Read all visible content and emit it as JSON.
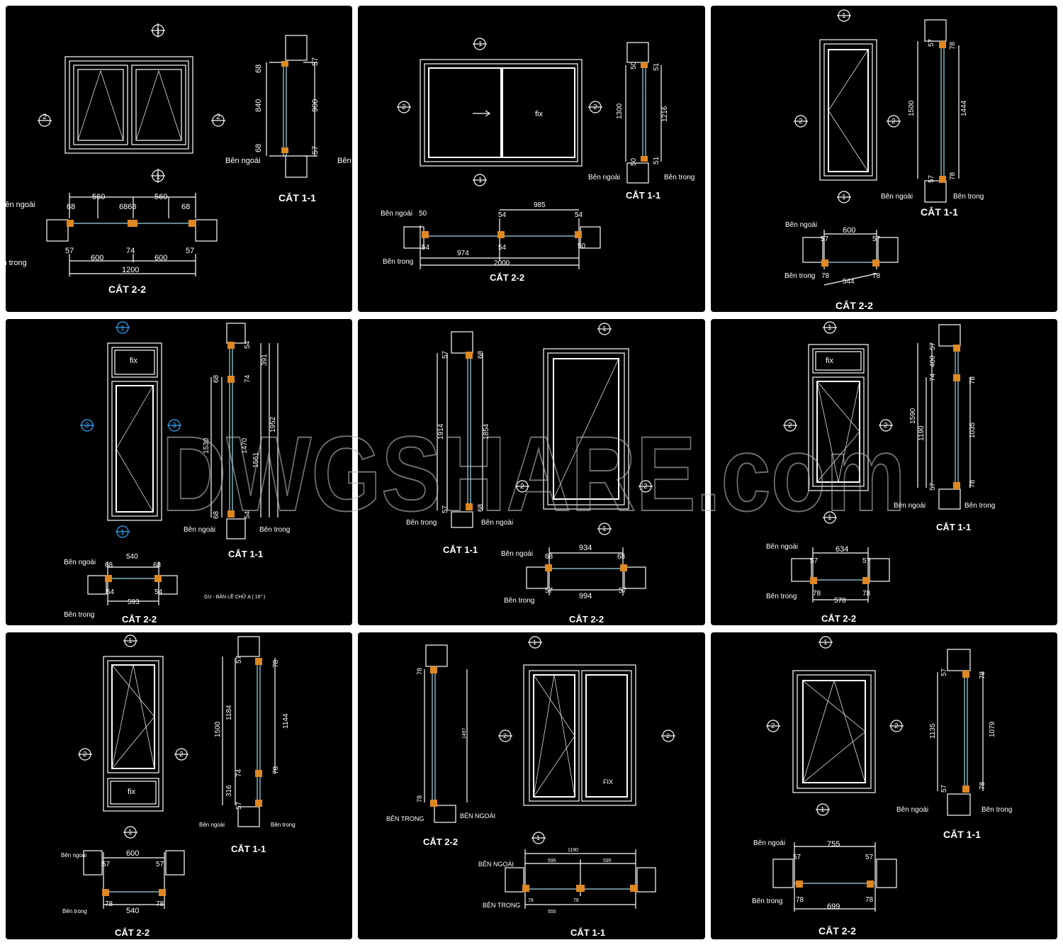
{
  "watermark": "DWGSHARE.com",
  "colors": {
    "line": "#ffffff",
    "frame": "#dd8822",
    "glass": "#9fd8e8",
    "accent": "#33aaff",
    "hatch": "#9a9a9a"
  },
  "labels": {
    "out": "Bên ngoài",
    "in": "Bên trong",
    "cut11": "CẮT 1-1",
    "cut22": "CẮT 2-2",
    "fix": "fix",
    "fixCaps": "FIX",
    "outCaps": "BÊN NGOÀI",
    "inCaps": "BÊN TRONG",
    "hinge": "GU - BẢN LỀ CHỮ A ( 16\" )",
    "sec1": "1",
    "sec2": "2",
    "sec3": "3"
  },
  "panels": [
    {
      "dims": [
        "68",
        "840",
        "68",
        "57",
        "900",
        "57",
        "560",
        "560",
        "68",
        "6868",
        "68",
        "57",
        "74",
        "57",
        "600",
        "600",
        "1200"
      ]
    },
    {
      "dims": [
        "50",
        "1300",
        "50",
        "51",
        "1216",
        "51",
        "54",
        "985",
        "54",
        "50",
        "54",
        "974",
        "2000",
        "54",
        "50"
      ]
    },
    {
      "dims": [
        "57",
        "1500",
        "57",
        "78",
        "1444",
        "78",
        "600",
        "57",
        "57",
        "78",
        "78",
        "544"
      ]
    },
    {
      "dims": [
        "68",
        "1530",
        "68",
        "54",
        "391",
        "74",
        "1470",
        "1561",
        "1952",
        "54",
        "540",
        "68",
        "68",
        "54",
        "54",
        "593"
      ]
    },
    {
      "dims": [
        "57",
        "1914",
        "57",
        "68",
        "1854",
        "68",
        "934",
        "68",
        "68",
        "57",
        "57",
        "994"
      ]
    },
    {
      "dims": [
        "57",
        "400",
        "1590",
        "74",
        "1190",
        "78",
        "1035",
        "57",
        "78",
        "634",
        "57",
        "57",
        "78",
        "78",
        "578"
      ]
    },
    {
      "dims": [
        "57",
        "1500",
        "1184",
        "316",
        "78",
        "1144",
        "74",
        "57",
        "78",
        "600",
        "57",
        "57",
        "78",
        "78",
        "540"
      ]
    },
    {
      "dims": [
        "78",
        "1497",
        "78",
        "1190",
        "595",
        "595",
        "78",
        "78",
        "555"
      ]
    },
    {
      "dims": [
        "57",
        "1135",
        "57",
        "78",
        "1079",
        "78",
        "755",
        "57",
        "57",
        "78",
        "78",
        "699"
      ]
    }
  ]
}
